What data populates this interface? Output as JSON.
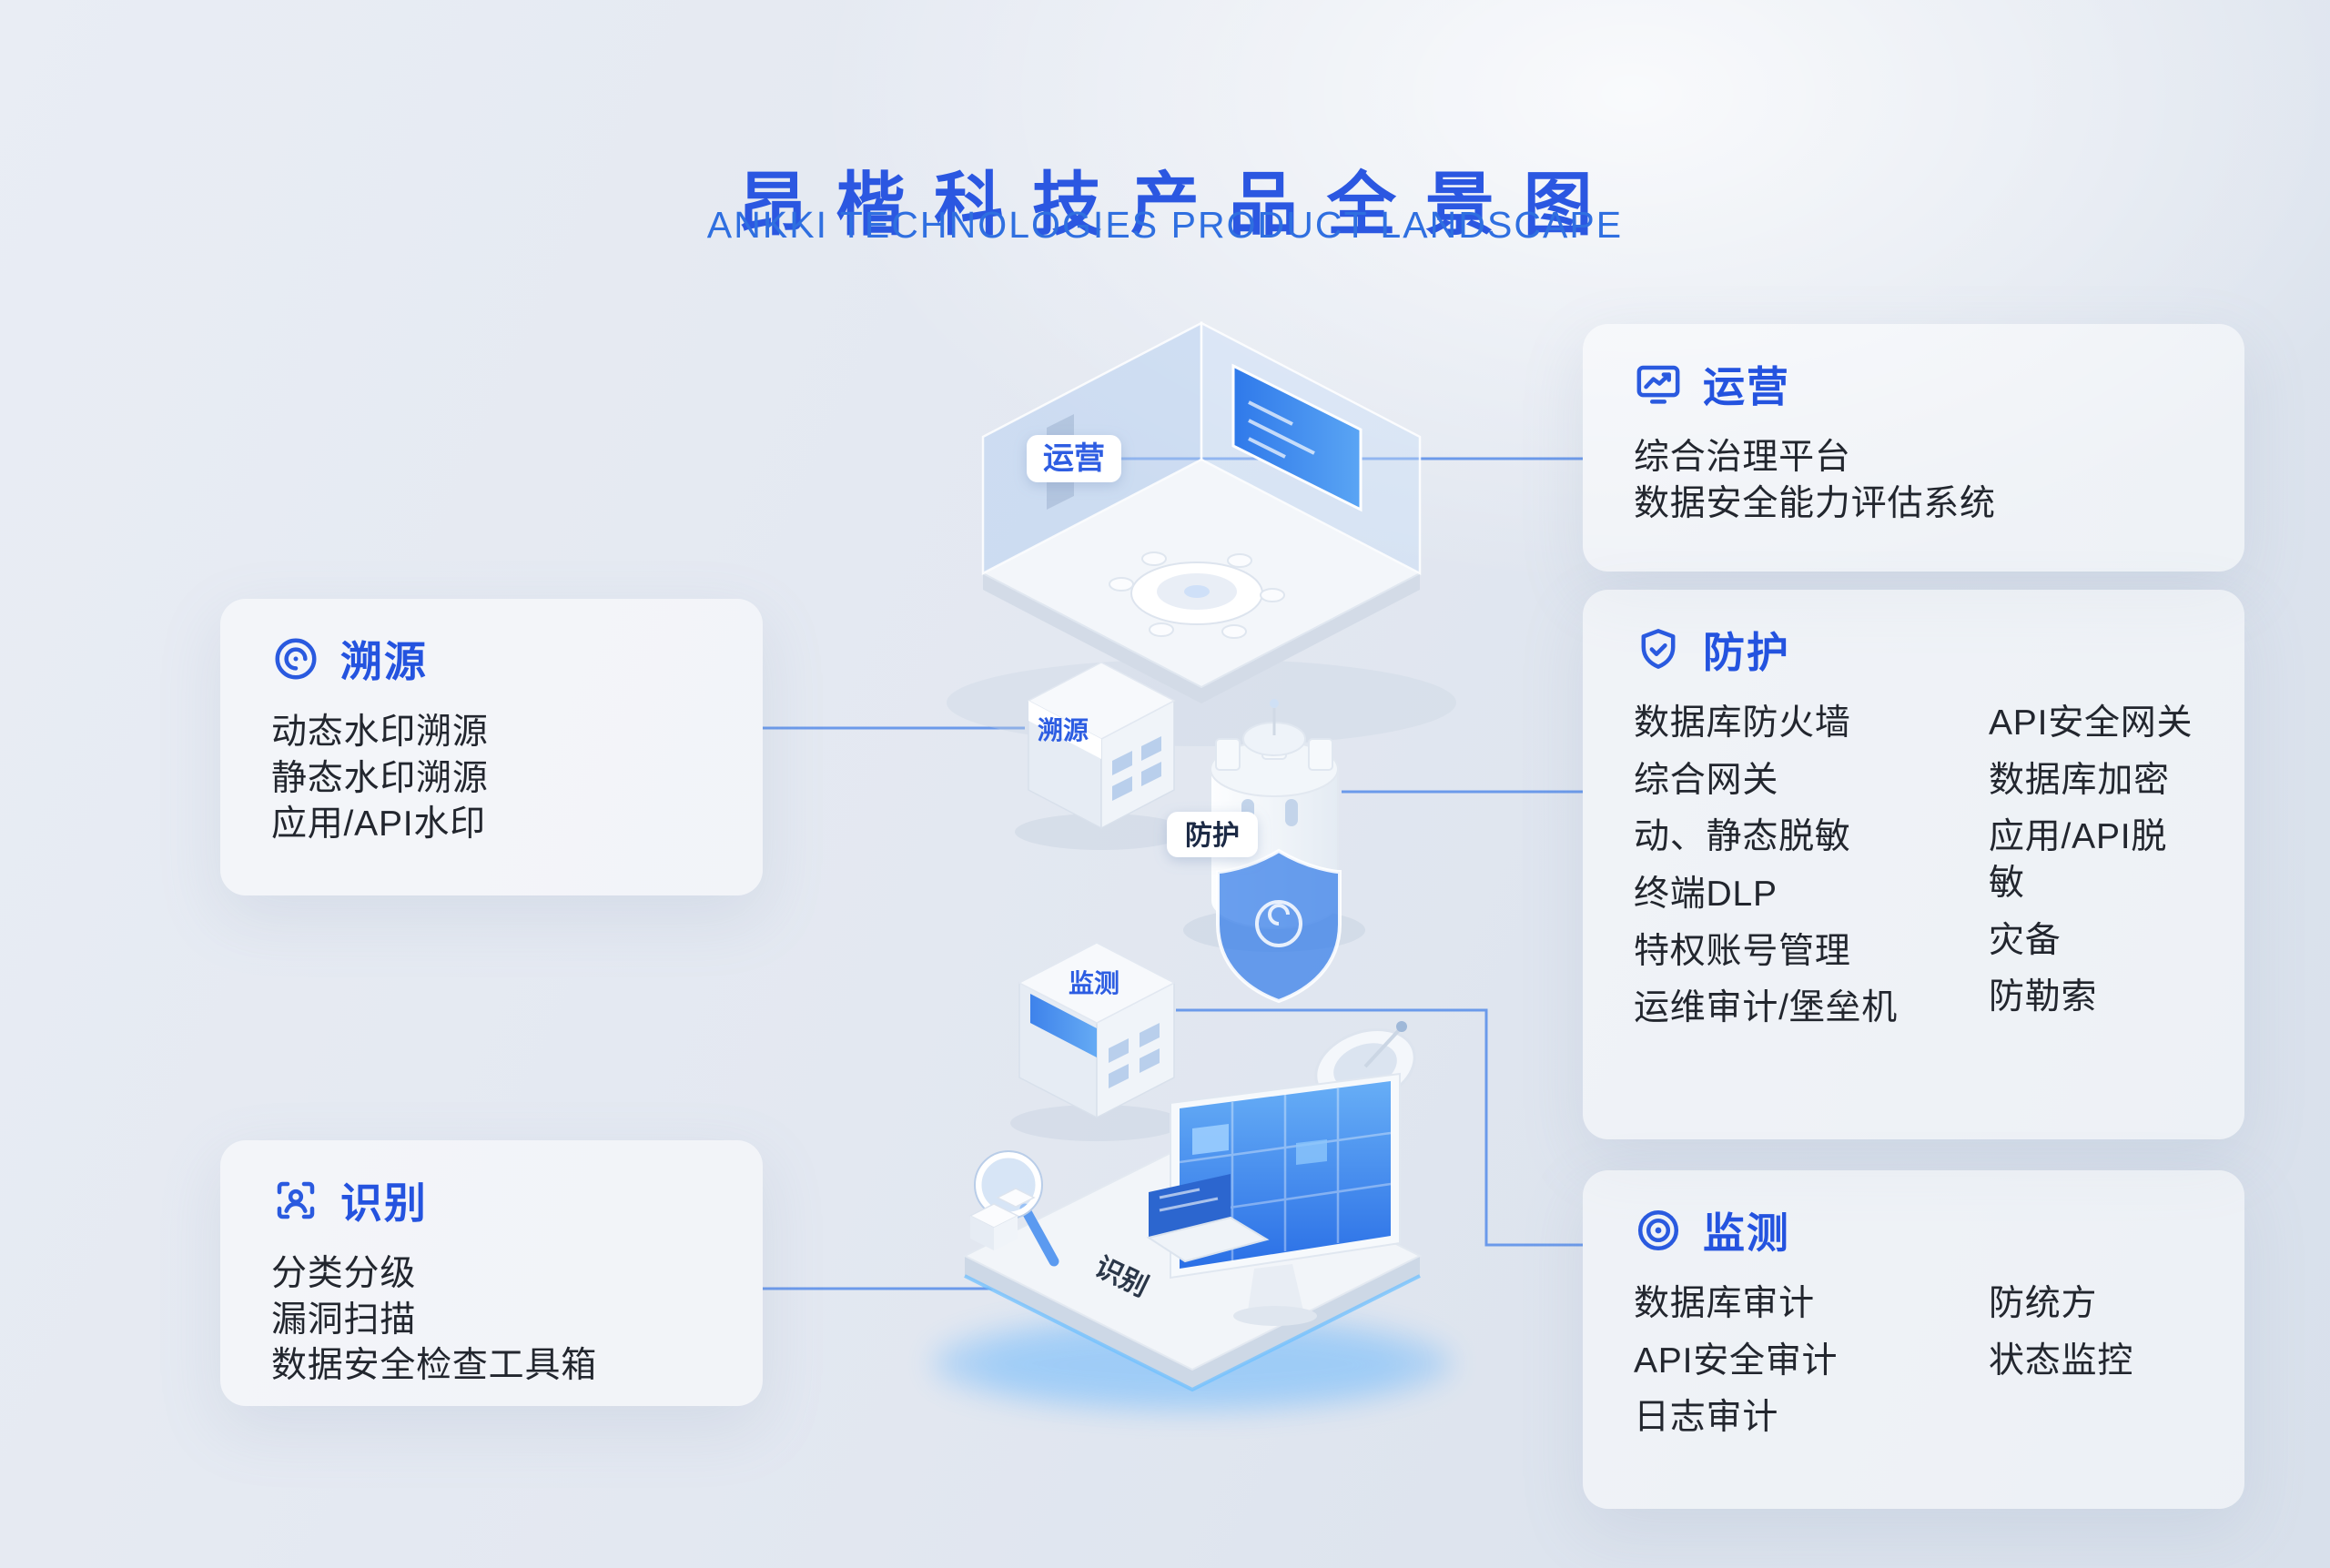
{
  "header": {
    "title": "昂楷科技产品全景图",
    "subtitle": "ANKKI TECHNOLOGIES PRODUCT LANDSCAPE"
  },
  "cards": {
    "operations": {
      "title": "运营",
      "items": [
        "综合治理平台",
        "数据安全能力评估系统"
      ]
    },
    "traceability": {
      "title": "溯源",
      "items": [
        "动态水印溯源",
        "静态水印溯源",
        "应用/API水印"
      ]
    },
    "protection": {
      "title": "防护",
      "col1": [
        "数据库防火墙",
        "综合网关",
        "动、静态脱敏",
        "终端DLP",
        "特权账号管理",
        "运维审计/堡垒机"
      ],
      "col2": [
        "API安全网关",
        "数据库加密",
        "应用/API脱敏",
        "灾备",
        "防勒索"
      ]
    },
    "monitoring": {
      "title": "监测",
      "col1": [
        "数据库审计",
        "API安全审计",
        "日志审计"
      ],
      "col2": [
        "防统方",
        "状态监控"
      ]
    },
    "identification": {
      "title": "识别",
      "items": [
        "分类分级",
        "漏洞扫描",
        "数据安全检查工具箱"
      ]
    }
  },
  "illustration": {
    "labels": {
      "operations": "运营",
      "traceability": "溯源",
      "protection": "防护",
      "monitoring": "监测",
      "identification": "识别"
    }
  },
  "colors": {
    "title_blue": "#2B57E1",
    "subtitle_blue": "#2F6FE0",
    "card_title_blue": "#2453DF",
    "icon_blue": "#2A5ADF",
    "connector_blue": "#5E91E9",
    "item_text": "#22262E",
    "screen_blue": "#2A6FE6",
    "shield_blue": "#4084E9"
  }
}
